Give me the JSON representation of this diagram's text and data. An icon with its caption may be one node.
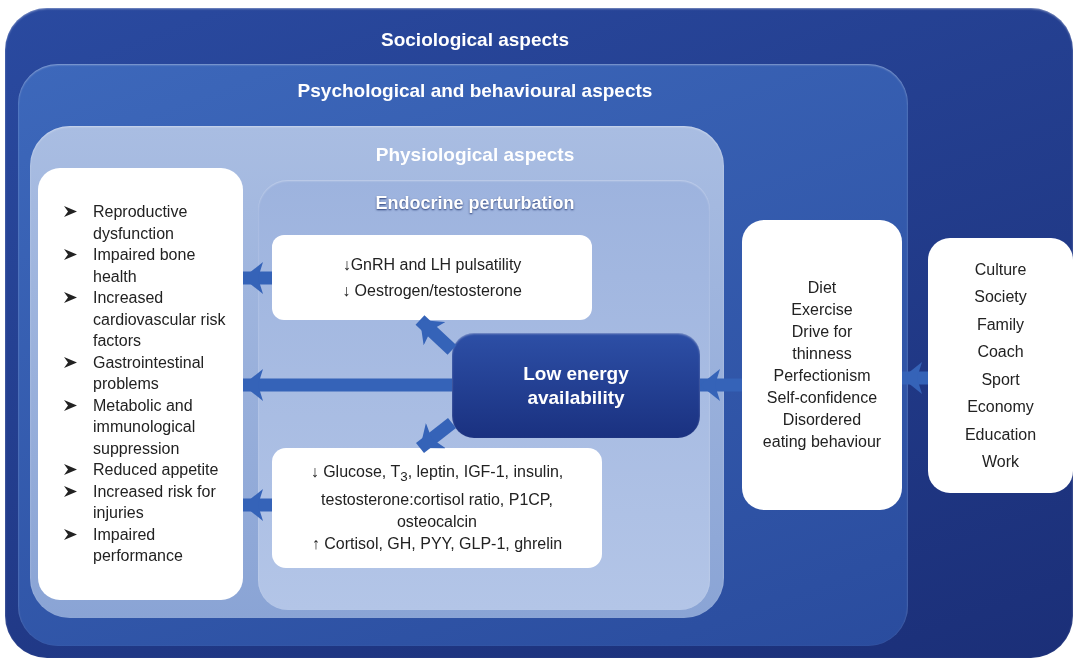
{
  "diagram": {
    "nodes": [
      {
        "text": [
          "Sociological aspects"
        ]
      },
      {
        "text": [
          "Psychological and behavioural aspects"
        ],
        "in": 0
      },
      {
        "text": [
          "Physiological aspects"
        ],
        "in": 1
      },
      {
        "text": [
          "Reproductive dysfunction",
          "Impaired bone health",
          "Increased cardiovascular risk factors",
          "Gastrointestinal problems",
          "Metabolic and immunological suppression",
          "Reduced appetite",
          "Increased risk for injuries",
          "Impaired performance"
        ],
        "in": 2
      },
      {
        "text": [
          "Endocrine perturbation"
        ],
        "in": 2
      },
      {
        "text": [
          "↓GnRH and LH pulsatility",
          "↓ Oestrogen/testosterone"
        ],
        "in": 4
      },
      {
        "text": [
          "Low energy availability"
        ],
        "in": 4
      },
      {
        "text": [
          "↓ Glucose, T$_{3}$, leptin, IGF-1, insulin, testosterone:cortisol ratio, P1CP, osteocalcin",
          "↑ Cortisol, GH, PYY, GLP-1, ghrelin"
        ],
        "in": 4
      },
      {
        "text": [
          "Diet",
          "Exercise",
          "Drive for thinness",
          "Perfectionism",
          "Self-confidence",
          "Disordered eating behaviour"
        ],
        "in": 1
      },
      {
        "text": [
          "Culture",
          "Society",
          "Family",
          "Coach",
          "Sport",
          "Economy",
          "Education",
          "Work"
        ],
        "in": 0
      }
    ],
    "edges": [
      {
        "from": 9,
        "to": 8,
        "arrow": "to"
      },
      {
        "from": 8,
        "to": 6,
        "arrow": "to"
      },
      {
        "from": 6,
        "to": 3,
        "arrow": "to"
      },
      {
        "from": 6,
        "to": 5,
        "arrow": "to"
      },
      {
        "from": 6,
        "to": 7,
        "arrow": "to"
      },
      {
        "from": 5,
        "to": 3,
        "arrow": "to"
      },
      {
        "from": 7,
        "to": 3,
        "arrow": "to"
      }
    ]
  }
}
